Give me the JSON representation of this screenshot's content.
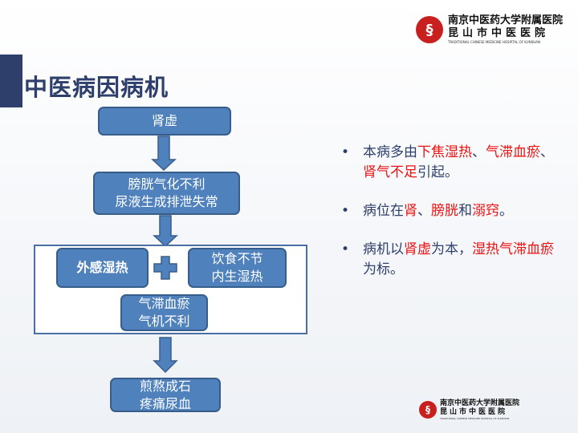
{
  "header": {
    "logo": {
      "line1": "南京中医药大学附属医院",
      "line2": "昆山市中医医院",
      "line3": "TRADITIONAL CHINESE MEDICINE HOSPITAL OF KUNSHAN"
    }
  },
  "title": "中医病因病机",
  "flow": {
    "box1": "肾虚",
    "box2": [
      "膀胱气化不利",
      "尿液生成排泄失常"
    ],
    "group": {
      "left": "外感湿热",
      "right": [
        "饮食不节",
        "内生湿热"
      ],
      "bottom": [
        "气滞血瘀",
        "气机不利"
      ]
    },
    "box_final": [
      "煎熬成石",
      "疼痛尿血"
    ]
  },
  "bullets": [
    {
      "segments": [
        {
          "text": "本病多由",
          "red": false
        },
        {
          "text": "下焦湿热",
          "red": true
        },
        {
          "text": "、",
          "red": false
        },
        {
          "text": "气滞血瘀",
          "red": true
        },
        {
          "text": "、",
          "red": false
        },
        {
          "text": "肾气不足",
          "red": true
        },
        {
          "text": "引起。",
          "red": false
        }
      ]
    },
    {
      "segments": [
        {
          "text": "病位在",
          "red": false
        },
        {
          "text": "肾",
          "red": true
        },
        {
          "text": "、",
          "red": false
        },
        {
          "text": "膀胱",
          "red": true
        },
        {
          "text": "和",
          "red": false
        },
        {
          "text": "溺窍",
          "red": true
        },
        {
          "text": "。",
          "red": false
        }
      ]
    },
    {
      "segments": [
        {
          "text": "病机以",
          "red": false
        },
        {
          "text": "肾虚",
          "red": true
        },
        {
          "text": "为本，",
          "red": false
        },
        {
          "text": "湿热气滞血瘀",
          "red": true
        },
        {
          "text": "为标。",
          "red": false
        }
      ]
    }
  ],
  "bullet_char": "•",
  "footer": {
    "logo": {
      "line1": "南京中医药大学附属医院",
      "line2": "昆山市中医医院",
      "line3": "TRADITIONAL CHINESE MEDICINE HOSPITAL OF KUNSHAN"
    }
  },
  "colors": {
    "box": "#4f81bd",
    "title": "#2e3f6b",
    "highlight": "#ee1111"
  }
}
